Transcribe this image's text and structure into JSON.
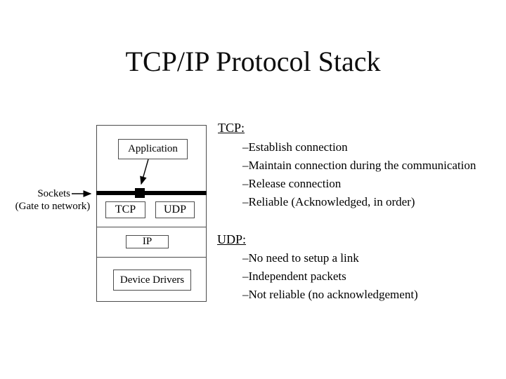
{
  "title": "TCP/IP Protocol Stack",
  "diagram": {
    "boxes": {
      "application": "Application",
      "tcp": "TCP",
      "udp": "UDP",
      "ip": "IP",
      "device_drivers": "Device Drivers"
    },
    "sockets_label": "Sockets",
    "gate_label": "(Gate to network)"
  },
  "sections": [
    {
      "heading": "TCP:",
      "bullets": [
        "–Establish connection",
        "–Maintain connection during the communication",
        "–Release connection",
        "–Reliable (Acknowledged, in order)"
      ]
    },
    {
      "heading": "UDP:",
      "bullets": [
        "–No need to setup a link",
        "–Independent packets",
        "–Not reliable (no acknowledgement)"
      ]
    }
  ],
  "colors": {
    "background": "#ffffff",
    "text": "#000000",
    "border": "#4c4c4c",
    "socket_bar": "#000000"
  }
}
